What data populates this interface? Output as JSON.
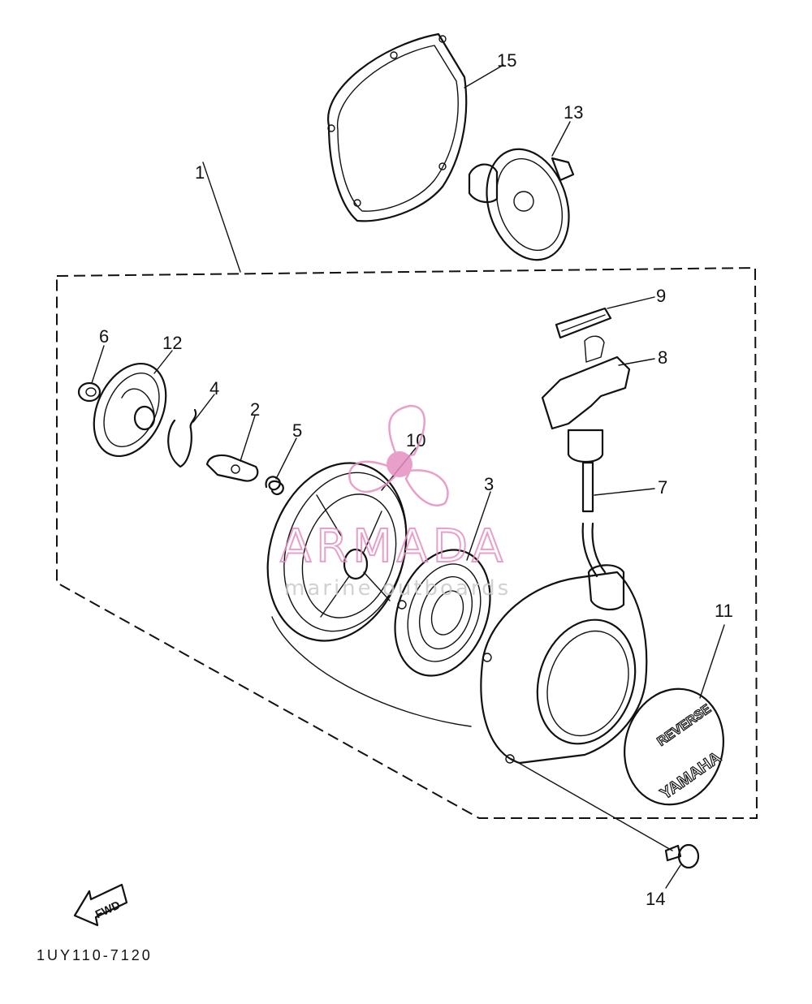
{
  "parts": [
    {
      "id": "1",
      "label": "1"
    },
    {
      "id": "2",
      "label": "2"
    },
    {
      "id": "3",
      "label": "3"
    },
    {
      "id": "4",
      "label": "4"
    },
    {
      "id": "5",
      "label": "5"
    },
    {
      "id": "6",
      "label": "6"
    },
    {
      "id": "7",
      "label": "7"
    },
    {
      "id": "8",
      "label": "8"
    },
    {
      "id": "9",
      "label": "9"
    },
    {
      "id": "10",
      "label": "10"
    },
    {
      "id": "11",
      "label": "11"
    },
    {
      "id": "12",
      "label": "12"
    },
    {
      "id": "13",
      "label": "13"
    },
    {
      "id": "14",
      "label": "14"
    },
    {
      "id": "15",
      "label": "15"
    }
  ],
  "watermark": {
    "brand": "ARMADA",
    "tagline": "marine outboards",
    "color": "#e58fc0"
  },
  "badge": {
    "brand": "YAMAHA",
    "text": "REVERSE"
  },
  "fwd_label": "FWD",
  "diagram_code": "1UY110-7120"
}
